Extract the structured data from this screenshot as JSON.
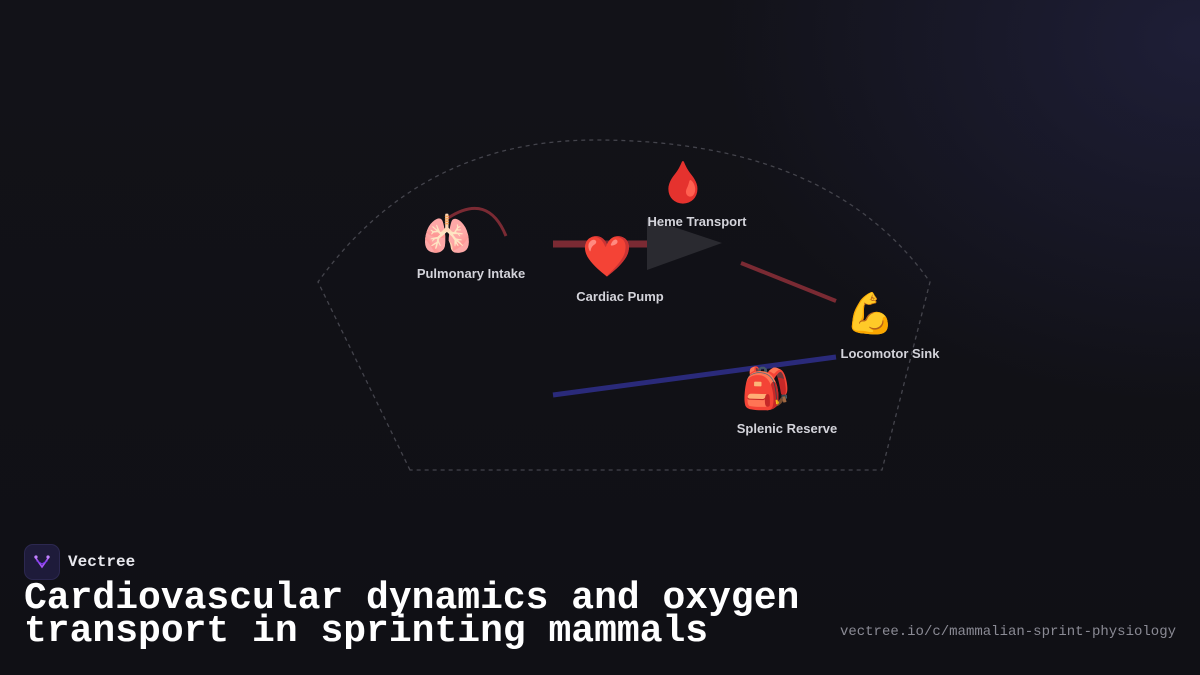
{
  "diagram": {
    "nodes": [
      {
        "id": "pulmonary",
        "label": "Pulmonary Intake",
        "icon": "lungs-icon",
        "glyph": "🫁"
      },
      {
        "id": "cardiac",
        "label": "Cardiac Pump",
        "icon": "heart-icon",
        "glyph": "❤️"
      },
      {
        "id": "heme",
        "label": "Heme Transport",
        "icon": "blood-drop-icon",
        "glyph": "🩸"
      },
      {
        "id": "locomotor",
        "label": "Locomotor Sink",
        "icon": "flexed-biceps-icon",
        "glyph": "💪"
      },
      {
        "id": "splenic",
        "label": "Splenic Reserve",
        "icon": "backpack-icon",
        "glyph": "🎒"
      }
    ],
    "colors": {
      "arterial": "#7a2a33",
      "venous": "#2a2a7a",
      "outline": "#44444c",
      "label": "#d3d3da"
    }
  },
  "brand": {
    "name": "Vectree",
    "accent": "#a855f7"
  },
  "headline": "Cardiovascular dynamics and oxygen transport in sprinting mammals",
  "url": "vectree.io/c/mammalian-sprint-physiology"
}
